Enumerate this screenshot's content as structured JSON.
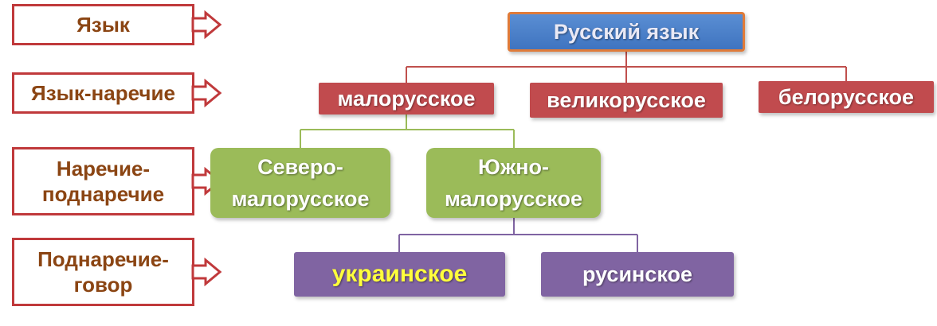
{
  "levels": {
    "language": "Язык",
    "language_dialect": "Язык-наречие",
    "dialect_subdialect": [
      "Наречие-",
      "поднаречие"
    ],
    "subdialect_speech": [
      "Поднаречие-",
      "говор"
    ]
  },
  "nodes": {
    "root": "Русский язык",
    "little_russian": "малорусское",
    "great_russian": "великорусское",
    "belarusian": "белорусское",
    "north_little_russian": [
      "Северо-",
      "малорусское"
    ],
    "south_little_russian": [
      "Южно-",
      "малорусское"
    ],
    "ukrainian": "украинское",
    "rusyn": "русинское"
  },
  "colors": {
    "label_border": "#c0393b",
    "label_text": "#8b4513",
    "root_fill": "#4f81bd",
    "root_border": "#e07b39",
    "red_fill": "#c14b4e",
    "green_fill": "#9bbb59",
    "purple_fill": "#8064a2",
    "highlight_text": "#ffff3c",
    "link_red": "#c0504d",
    "link_green": "#9bbb59",
    "link_purple": "#8064a2"
  }
}
